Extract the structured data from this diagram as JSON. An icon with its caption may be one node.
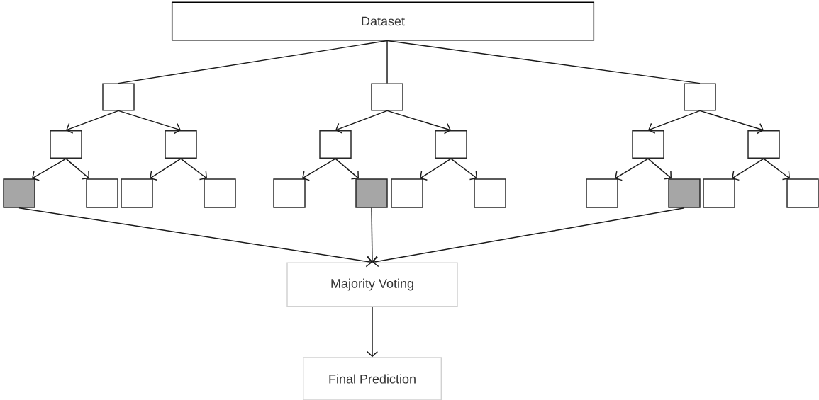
{
  "diagram": {
    "nodes": [
      {
        "text": [
          "Dataset"
        ]
      },
      {
        "text": [],
        "shape": "box"
      },
      {
        "text": [],
        "shape": "box"
      },
      {
        "text": [],
        "shape": "box"
      },
      {
        "text": [],
        "shape": "box"
      },
      {
        "text": [],
        "shape": "box"
      },
      {
        "text": [],
        "shape": "box"
      },
      {
        "text": [],
        "shape": "box"
      },
      {
        "text": [],
        "shape": "box"
      },
      {
        "text": [],
        "shape": "box"
      },
      {
        "text": [],
        "shape": "box"
      },
      {
        "text": [],
        "shape": "box"
      },
      {
        "text": [],
        "shape": "box"
      },
      {
        "text": [],
        "shape": "box"
      },
      {
        "text": [],
        "shape": "box"
      },
      {
        "text": [],
        "shape": "box"
      },
      {
        "text": [],
        "shape": "box"
      },
      {
        "text": [],
        "shape": "box"
      },
      {
        "text": [],
        "shape": "box"
      },
      {
        "text": [],
        "shape": "box"
      },
      {
        "text": [],
        "shape": "box"
      },
      {
        "text": [],
        "shape": "box"
      },
      {
        "text": [
          "Majority Voting"
        ]
      },
      {
        "text": [
          "Final Prediction"
        ]
      }
    ],
    "edges": [
      {
        "from": 0,
        "to": 1,
        "arrow": "none"
      },
      {
        "from": 0,
        "to": 8,
        "arrow": "none"
      },
      {
        "from": 0,
        "to": 15,
        "arrow": "none"
      },
      {
        "from": 1,
        "to": 2,
        "arrow": "to"
      },
      {
        "from": 1,
        "to": 3,
        "arrow": "to"
      },
      {
        "from": 2,
        "to": 4,
        "arrow": "to"
      },
      {
        "from": 2,
        "to": 5,
        "arrow": "to"
      },
      {
        "from": 3,
        "to": 6,
        "arrow": "to"
      },
      {
        "from": 3,
        "to": 7,
        "arrow": "to"
      },
      {
        "from": 8,
        "to": 9,
        "arrow": "to"
      },
      {
        "from": 8,
        "to": 10,
        "arrow": "to"
      },
      {
        "from": 9,
        "to": 11,
        "arrow": "to"
      },
      {
        "from": 9,
        "to": 12,
        "arrow": "to"
      },
      {
        "from": 10,
        "to": 13,
        "arrow": "to"
      },
      {
        "from": 10,
        "to": 14,
        "arrow": "to"
      },
      {
        "from": 15,
        "to": 16,
        "arrow": "to"
      },
      {
        "from": 15,
        "to": 17,
        "arrow": "to"
      },
      {
        "from": 16,
        "to": 18,
        "arrow": "to"
      },
      {
        "from": 16,
        "to": 19,
        "arrow": "to"
      },
      {
        "from": 17,
        "to": 20,
        "arrow": "to"
      },
      {
        "from": 17,
        "to": 21,
        "arrow": "to"
      },
      {
        "from": 4,
        "to": 22,
        "arrow": "to"
      },
      {
        "from": 12,
        "to": 22,
        "arrow": "to"
      },
      {
        "from": 19,
        "to": 22,
        "arrow": "to"
      },
      {
        "from": 22,
        "to": 23,
        "arrow": "to"
      }
    ]
  }
}
